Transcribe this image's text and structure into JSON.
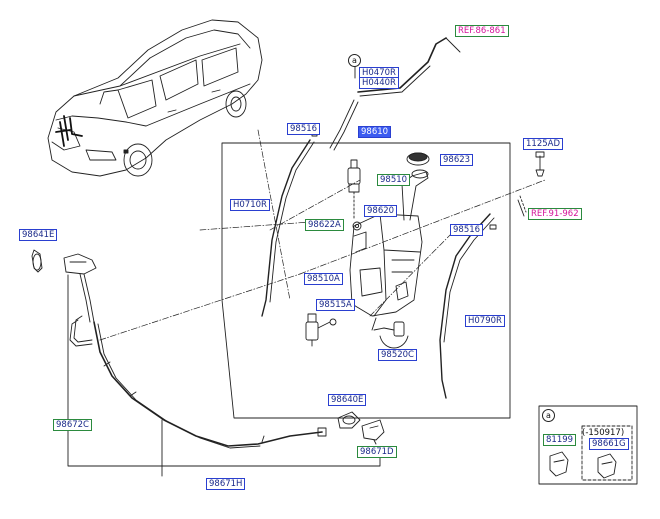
{
  "diagram": {
    "callouts": {
      "c_98610": "98610",
      "c_98623": "98623",
      "c_98510": "98510",
      "c_98620": "98620",
      "c_98622A": "98622A",
      "c_98516_top": "98516",
      "c_98516_right": "98516",
      "c_H0710R": "H0710R",
      "c_H0790R": "H0790R",
      "c_H0470R": "H0470R",
      "c_H0440R": "H0440R",
      "c_1125AD": "1125AD",
      "c_98510A": "98510A",
      "c_98515A": "98515A",
      "c_98520C": "98520C",
      "c_98641E": "98641E",
      "c_98672C": "98672C",
      "c_98640E": "98640E",
      "c_98671D": "98671D",
      "c_98671H": "98671H",
      "c_81199": "81199",
      "c_98661G": "98661G"
    },
    "refs": {
      "ref_top": "REF.86-861",
      "ref_right": "REF.91-962"
    },
    "markers": {
      "marker_a_main": "a",
      "marker_a_inset": "a"
    },
    "inset": {
      "date_note": "(-150917)"
    },
    "colors": {
      "blue_callout": "#2a3fd0",
      "green_callout": "#2b8a3e",
      "ref_text": "#d4149a",
      "highlight": "#3c5cf0"
    }
  }
}
